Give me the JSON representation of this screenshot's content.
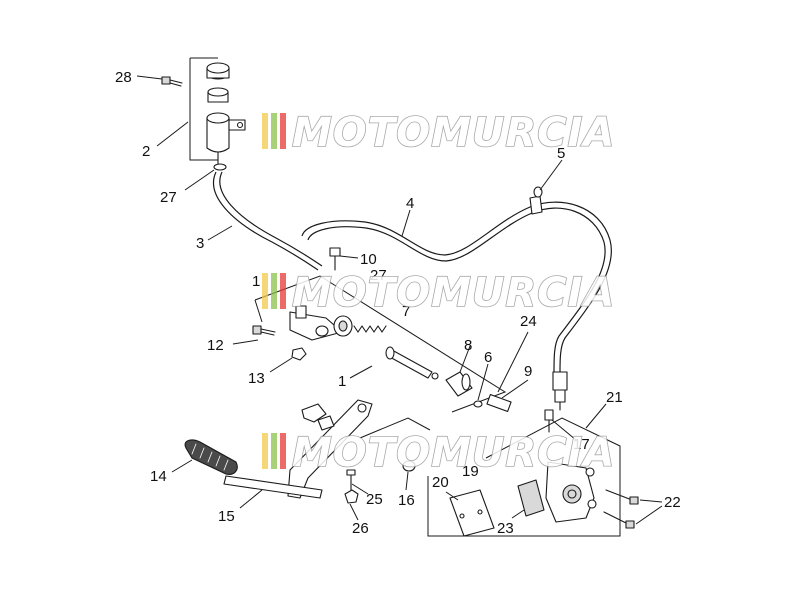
{
  "watermark": {
    "text": "MOTOMURCIA",
    "stripe_colors": [
      "#f2c94c",
      "#8bc34a",
      "#e53935"
    ]
  },
  "callouts": {
    "c28": "28",
    "c2": "2",
    "c27a": "27",
    "c3": "3",
    "c4": "4",
    "c5": "5",
    "c10": "10",
    "c1a": "1",
    "c27b": "27",
    "c7": "7",
    "c12": "12",
    "c13": "13",
    "c1b": "1",
    "c24": "24",
    "c8": "8",
    "c6": "6",
    "c9": "9",
    "c21": "21",
    "c17": "17",
    "c19": "19",
    "c14": "14",
    "c15": "15",
    "c25": "25",
    "c16": "16",
    "c26": "26",
    "c20": "20",
    "c23": "23",
    "c22": "22"
  }
}
